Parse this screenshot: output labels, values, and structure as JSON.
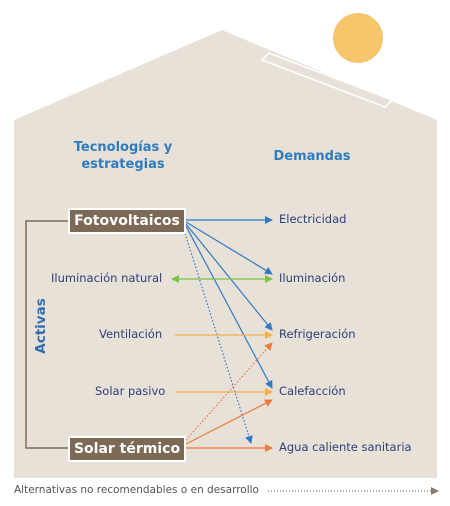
{
  "headers": {
    "technologies": "Tecnologías y estrategias",
    "demands": "Demandas"
  },
  "technologies": {
    "fotovoltaicos": "Fotovoltaicos",
    "iluminacion_natural": "Iluminación natural",
    "ventilacion": "Ventilación",
    "solar_pasivo": "Solar pasivo",
    "solar_termico": "Solar térmico"
  },
  "demands": {
    "electricidad": "Electricidad",
    "iluminacion": "Iluminación",
    "refrigeracion": "Refrigeración",
    "calefaccion": "Calefacción",
    "agua": "Agua caliente sanitaria"
  },
  "group_label": "Activas",
  "footer_note": "Alternativas no recomendables o en desarrollo",
  "colors": {
    "house": "#e8e1d8",
    "box": "#7d6a56",
    "sun": "#f6c56c",
    "blue": "#2f7ac4",
    "green": "#7cc24a",
    "yellow": "#f2b04d",
    "orange": "#ec7a3c",
    "text": "#2d3f78"
  }
}
